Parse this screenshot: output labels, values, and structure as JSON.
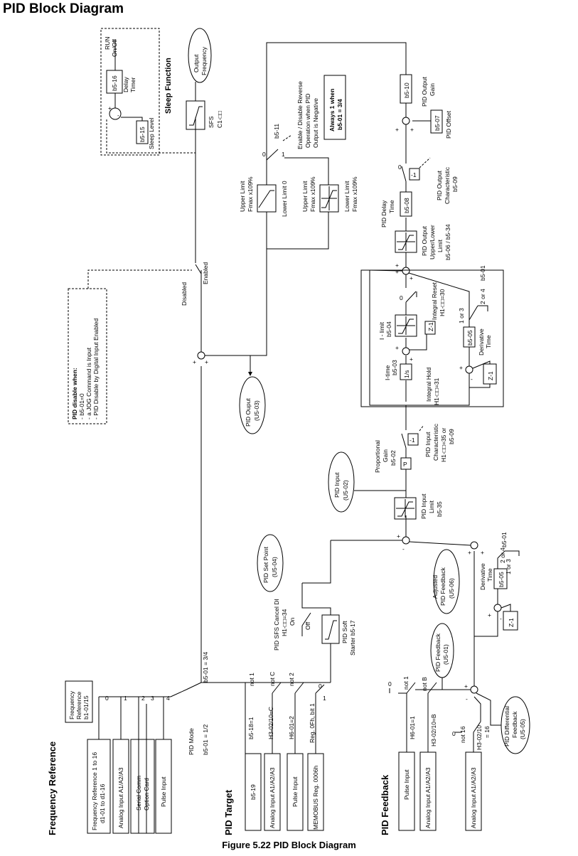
{
  "title": "PID Block Diagram",
  "caption": "Figure 5.22  PID Block Diagram",
  "sections": {
    "frequency_reference": "Frequency Reference",
    "pid_target": "PID Target",
    "pid_feedback": "PID Feedback",
    "sleep_function": "Sleep Function"
  },
  "freq_ref": {
    "box_lines": [
      "Frequency",
      "Reference",
      "b1-01/15"
    ],
    "inputs": [
      [
        "Frequency Reference 1 to 16",
        "d1-01 to d1-16"
      ],
      [
        "Analog Input A1/A2/A3"
      ],
      [
        "Serial Comm"
      ],
      [
        "Option Card"
      ],
      [
        "Pulse Input"
      ]
    ],
    "positions": [
      "0",
      "1",
      "2",
      "3",
      "4"
    ]
  },
  "pid_mode": {
    "label": "PID Mode",
    "sel_34": "b5-01 = 3/4",
    "sel_12": "b5-01 = 1/2"
  },
  "pid_target": {
    "inputs": [
      "b5-19",
      "Analog Input A1/A2/A3",
      "Pulse Input",
      "MEMOBUS Reg. 0006h"
    ],
    "selectors": [
      "b5-18=1",
      "H3-02/10=C",
      "H6-01=2",
      "Reg. 0Fh, bit 1"
    ],
    "not_labels": [
      "not 1",
      "not C",
      "not 2"
    ],
    "pos_0": "0",
    "pos_1": "1",
    "sfs_cancel": [
      "PID SFS Cancel DI",
      "H1-□□=34"
    ],
    "on": "On",
    "off": "Off",
    "soft_starter": [
      "PID Soft",
      "Starter b5-17"
    ],
    "set_point": [
      "PID Set Point",
      "(U5-04)"
    ]
  },
  "pid_feedback": {
    "inputs": [
      "Pulse Input",
      "Analog Input A1/A2/A3",
      "Analog Input A1/A2/A3"
    ],
    "selectors": [
      "H6-01=1",
      "H3-02/10=B",
      "H3-02/10",
      "= 16"
    ],
    "not_labels": [
      "not 1",
      "not B",
      "not 16"
    ],
    "zero": "0",
    "feedback_oval": [
      "PID Feedback",
      "(U5-01)"
    ],
    "diff_oval": [
      "PID Differential",
      "Feedback",
      "(U5-05)"
    ],
    "adjusted_oval": [
      "Adjusted",
      "PID Feedback",
      "(U5-06)"
    ],
    "derivative": [
      "Derivative",
      "Time"
    ],
    "b5_05": "b5-05",
    "zinv": "Z-1",
    "b5_01": "b5-01",
    "two_or_four": "2 or 4",
    "one_or_three": "1 or 3"
  },
  "pid_core": {
    "input_limit": [
      "PID Input",
      "Limit",
      "b5-35"
    ],
    "pid_input_oval": [
      "PID Input",
      "(U5-02)"
    ],
    "prop_gain": [
      "Proportional",
      "Gain",
      "b5-02"
    ],
    "p_box": "P",
    "neg1": "-1",
    "input_char": [
      "PID Input",
      "Characteristic",
      "H1-□□=35 or",
      "b5-09"
    ],
    "itime": [
      "I-time",
      "b5-03"
    ],
    "one_s": "1/s",
    "integral_hold": [
      "Integral Hold",
      "H1-□□=31"
    ],
    "ilimit": [
      "I - limit",
      "b5-04"
    ],
    "zinv": "Z-1",
    "integral_reset": [
      "Integral Reset",
      "H1-□□=30"
    ],
    "b5_05": "b5-05",
    "derivative": [
      "Derivative",
      "Time"
    ],
    "one_or_three": "1 or 3",
    "two_or_four": "2 or 4",
    "b5_01": "b5-01",
    "out_limit": [
      "PID Output",
      "Upper/Lower",
      "Limit",
      "b5-06 / b5-34"
    ],
    "delay": [
      "PID Delay",
      "Time"
    ],
    "b5_08": "b5-08",
    "out_char": [
      "PID Output",
      "Characteristic",
      "b5-09"
    ],
    "b5_07": "b5-07",
    "offset": [
      "PID Offset"
    ],
    "b5_10": "b5-10",
    "out_gain": [
      "PID Output",
      "Gain"
    ],
    "always": [
      "Always 1 when",
      "b5-01 = 3/4"
    ],
    "reverse": [
      "Enable / Disable Reverse",
      "Operation when PID",
      "Output is Negative"
    ],
    "b5_11": "b5-11",
    "lim_a": [
      "Upper Limit",
      "Fmax x109%",
      "Lower Limit 0"
    ],
    "lim_b": [
      "Upper Limit",
      "Fmax x109%",
      "Lower Limit",
      "Fmax x109%"
    ],
    "pid_output_oval": [
      "PID Ouput",
      "(U5-03)"
    ],
    "disabled": "Disabled",
    "enabled": "Enabled",
    "pid_disable": [
      "PID disable when:",
      "- b5-01=0",
      "- a JOG Command is Input",
      "- PID Disable by Digital Input Enabled"
    ]
  },
  "sleep": {
    "b5_15": "b5-15",
    "sleep_level": "Sleep Level",
    "b5_16": "b5-16",
    "delay_timer": [
      "Delay",
      "Timer"
    ],
    "run": [
      "RUN",
      "On/Off"
    ],
    "sfs": [
      "SFS",
      "C1-□□"
    ],
    "output_freq": [
      "Output",
      "Frequency"
    ]
  }
}
